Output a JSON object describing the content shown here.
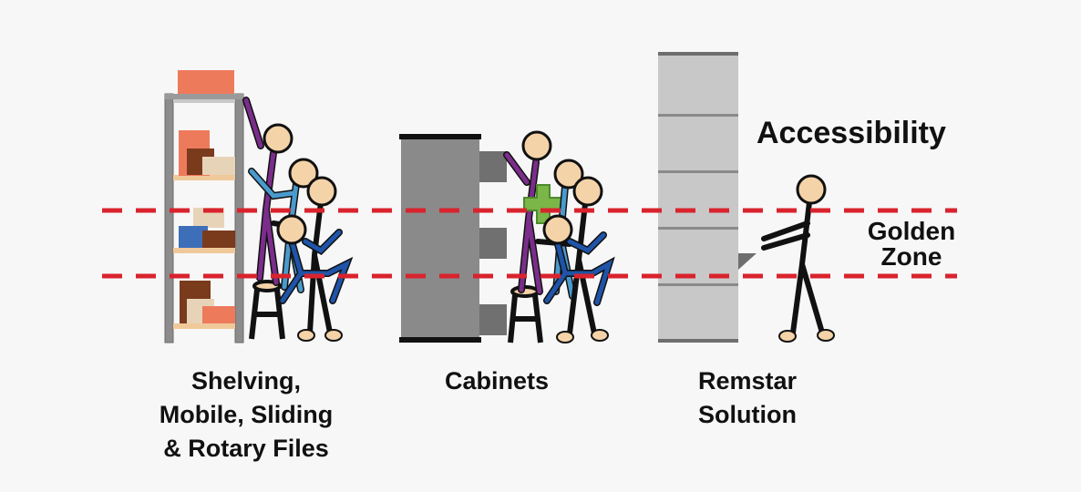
{
  "title": "Accessibility",
  "zone": {
    "line1": "Golden",
    "line2": "Zone"
  },
  "categories": [
    {
      "lines": [
        "Shelving,",
        "Mobile, Sliding",
        "& Rotary Files"
      ]
    },
    {
      "lines": [
        "Cabinets"
      ]
    },
    {
      "lines": [
        "Remstar",
        "Solution"
      ]
    }
  ],
  "colors": {
    "zone_line": "#d9232d",
    "skin": "#f5d3a8",
    "purple": "#7b2d8b",
    "light_blue": "#4a9acd",
    "dark_blue": "#1f54a8",
    "cross": "#7ab648",
    "shelf_frame": "#8c8c8c",
    "cabinet": "#8a8a8a",
    "tower": "#c8c8c8"
  }
}
